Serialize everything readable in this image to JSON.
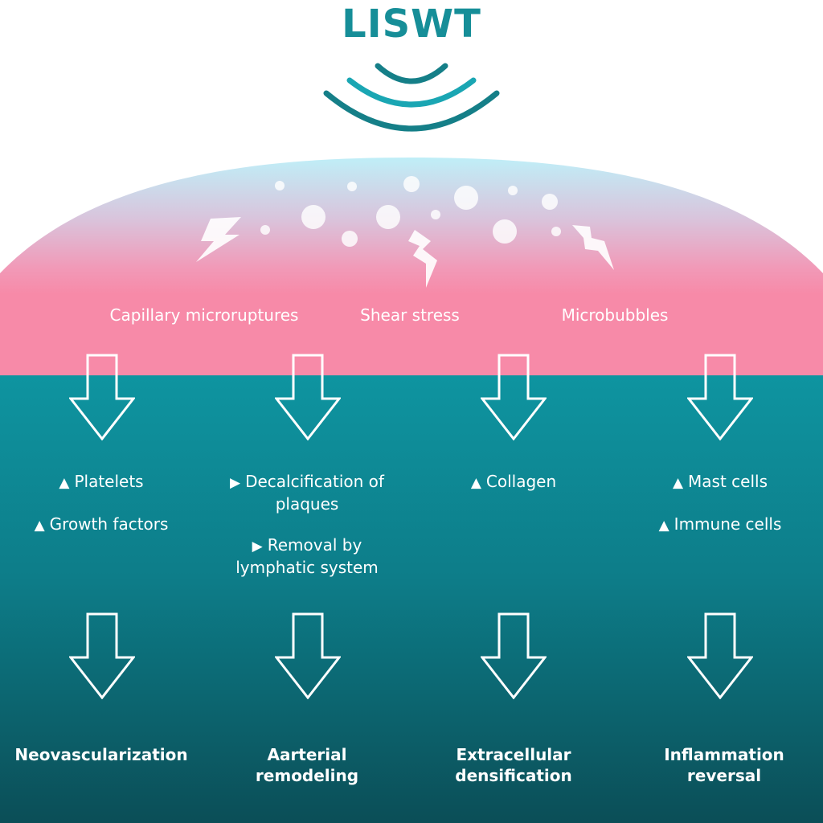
{
  "title": "LISWT",
  "colors": {
    "title": "#168e98",
    "wave_inner": "#1aa6b3",
    "wave_outer": "#157f88",
    "pink": "#f78aa8",
    "teal_top": "#0e94a0",
    "teal_bottom": "#0b4f58",
    "sky": "#bfeff8"
  },
  "causes": [
    {
      "label": "Capillary microruptures",
      "icon": "lightning-icon"
    },
    {
      "label": "Shear stress",
      "icon": "lightning-icon"
    },
    {
      "label": "Microbubbles",
      "icon": "bubbles-icon"
    }
  ],
  "columns": [
    {
      "effects": [
        {
          "glyph": "▲",
          "text": "Platelets"
        },
        {
          "glyph": "▲",
          "text": "Growth factors"
        }
      ],
      "outcome": "Neovascularization"
    },
    {
      "effects": [
        {
          "glyph": "▶",
          "text": "Decalcification of plaques"
        },
        {
          "glyph": "▶",
          "text": "Removal by lymphatic system"
        }
      ],
      "outcome": "Aarterial remodeling"
    },
    {
      "effects": [
        {
          "glyph": "▲",
          "text": "Collagen"
        }
      ],
      "outcome": "Extracellular densification"
    },
    {
      "effects": [
        {
          "glyph": "▲",
          "text": "Mast cells"
        },
        {
          "glyph": "▲",
          "text": "Immune cells"
        }
      ],
      "outcome": "Inflammation reversal"
    }
  ]
}
